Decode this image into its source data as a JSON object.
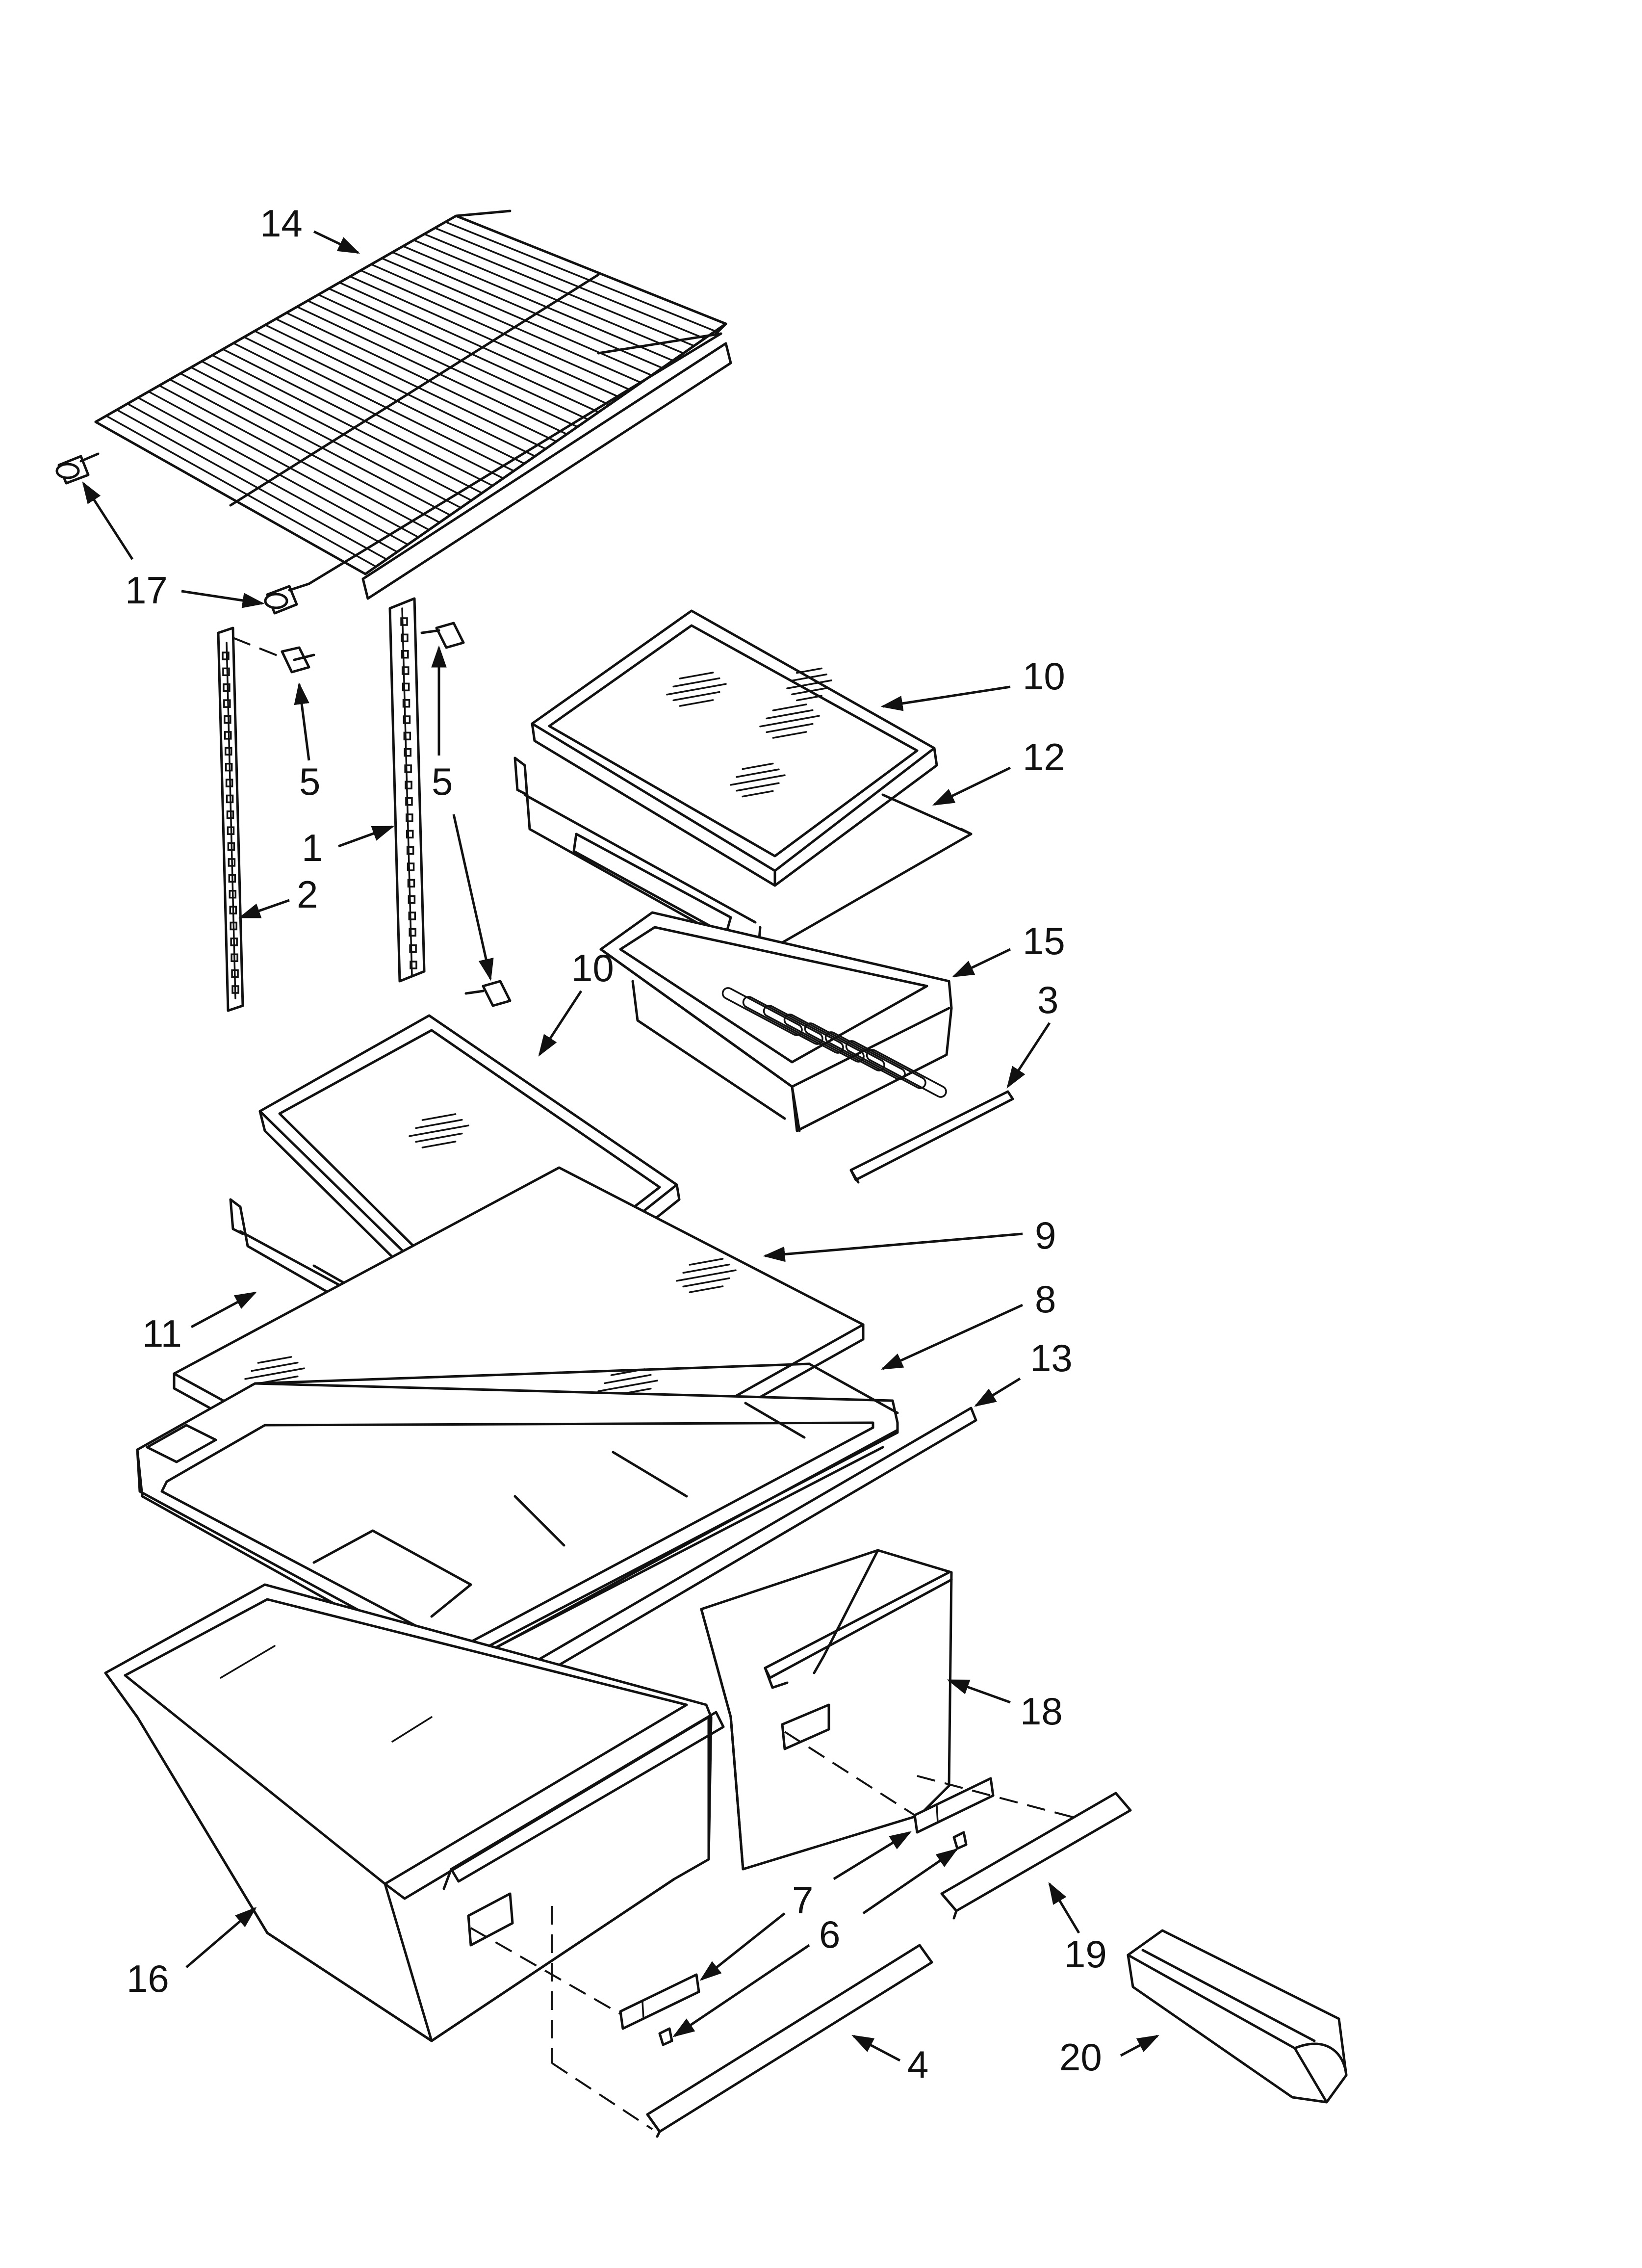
{
  "callouts": {
    "c1": "1",
    "c2": "2",
    "c3": "3",
    "c4": "4",
    "c5a": "5",
    "c5b": "5",
    "c6": "6",
    "c7": "7",
    "c8": "8",
    "c9": "9",
    "c10a": "10",
    "c10b": "10",
    "c11": "11",
    "c12": "12",
    "c13": "13",
    "c14": "14",
    "c15": "15",
    "c16": "16",
    "c17": "17",
    "c18": "18",
    "c19": "19",
    "c20": "20"
  }
}
